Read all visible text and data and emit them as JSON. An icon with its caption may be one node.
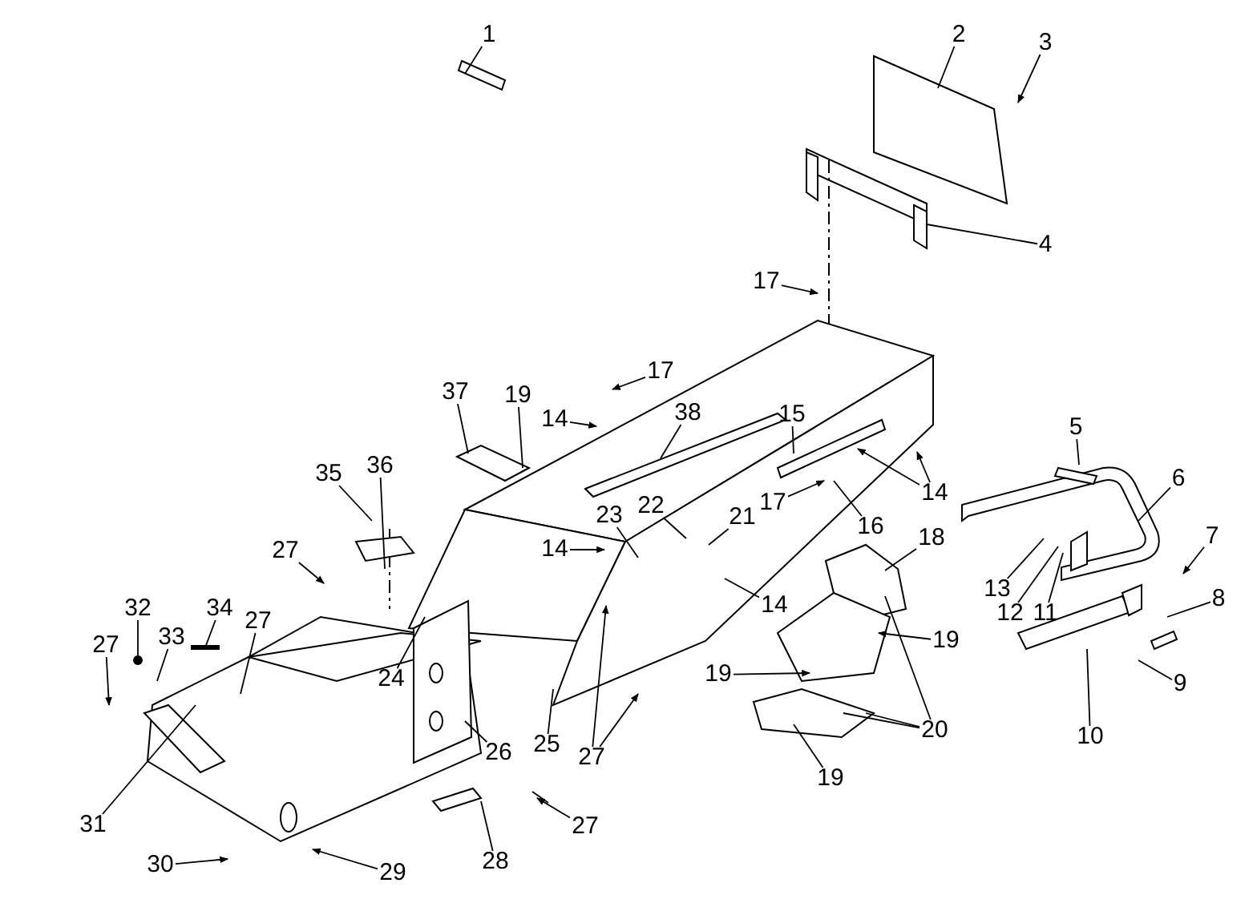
{
  "diagram": {
    "nodes": [
      {
        "text": [
          "1"
        ]
      },
      {
        "text": [
          "2"
        ]
      },
      {
        "text": [
          "3"
        ]
      },
      {
        "text": [
          "4"
        ]
      },
      {
        "text": [
          "17"
        ]
      },
      {
        "text": [
          "17"
        ]
      },
      {
        "text": [
          "37"
        ]
      },
      {
        "text": [
          "19"
        ]
      },
      {
        "text": [
          "14"
        ]
      },
      {
        "text": [
          "38"
        ]
      },
      {
        "text": [
          "15"
        ]
      },
      {
        "text": [
          "14"
        ]
      },
      {
        "text": [
          "5"
        ]
      },
      {
        "text": [
          "6"
        ]
      },
      {
        "text": [
          "17"
        ]
      },
      {
        "text": [
          "16"
        ]
      },
      {
        "text": [
          "35"
        ]
      },
      {
        "text": [
          "36"
        ]
      },
      {
        "text": [
          "22"
        ]
      },
      {
        "text": [
          "21"
        ]
      },
      {
        "text": [
          "23"
        ]
      },
      {
        "text": [
          "14"
        ]
      },
      {
        "text": [
          "18"
        ]
      },
      {
        "text": [
          "27"
        ]
      },
      {
        "text": [
          "13"
        ]
      },
      {
        "text": [
          "12"
        ]
      },
      {
        "text": [
          "11"
        ]
      },
      {
        "text": [
          "7"
        ]
      },
      {
        "text": [
          "14"
        ]
      },
      {
        "text": [
          "19"
        ]
      },
      {
        "text": [
          "8"
        ]
      },
      {
        "text": [
          "27"
        ]
      },
      {
        "text": [
          "32"
        ]
      },
      {
        "text": [
          "33"
        ]
      },
      {
        "text": [
          "34"
        ]
      },
      {
        "text": [
          "27"
        ]
      },
      {
        "text": [
          "24"
        ]
      },
      {
        "text": [
          "19"
        ]
      },
      {
        "text": [
          "25"
        ]
      },
      {
        "text": [
          "27"
        ]
      },
      {
        "text": [
          "20"
        ]
      },
      {
        "text": [
          "26"
        ]
      },
      {
        "text": [
          "19"
        ]
      },
      {
        "text": [
          "9"
        ]
      },
      {
        "text": [
          "10"
        ]
      },
      {
        "text": [
          "31"
        ]
      },
      {
        "text": [
          "27"
        ]
      },
      {
        "text": [
          "28"
        ]
      },
      {
        "text": [
          "30"
        ]
      },
      {
        "text": [
          "29"
        ]
      },
      {
        "text": [],
        "shape": "circle"
      },
      {
        "text": [],
        "shape": "bar"
      }
    ],
    "edges": [
      {
        "from": 0,
        "to": null,
        "arrow": "none"
      },
      {
        "from": 1,
        "to": null,
        "arrow": "none"
      },
      {
        "from": 2,
        "to": null,
        "arrow": "to"
      },
      {
        "from": 3,
        "to": null,
        "arrow": "none"
      },
      {
        "from": 4,
        "to": null,
        "arrow": "to"
      },
      {
        "from": 5,
        "to": null,
        "arrow": "to"
      },
      {
        "from": 6,
        "to": null,
        "arrow": "none"
      },
      {
        "from": 7,
        "to": null,
        "arrow": "none"
      },
      {
        "from": 8,
        "to": null,
        "arrow": "to"
      },
      {
        "from": 9,
        "to": null,
        "arrow": "none"
      },
      {
        "from": 10,
        "to": null,
        "arrow": "none"
      },
      {
        "from": 11,
        "to": null,
        "arrow": "to"
      },
      {
        "from": 11,
        "to": null,
        "arrow": "to"
      },
      {
        "from": 12,
        "to": null,
        "arrow": "none"
      },
      {
        "from": 13,
        "to": null,
        "arrow": "none"
      },
      {
        "from": 14,
        "to": null,
        "arrow": "to"
      },
      {
        "from": 15,
        "to": null,
        "arrow": "none"
      },
      {
        "from": 16,
        "to": null,
        "arrow": "none"
      },
      {
        "from": 17,
        "to": null,
        "arrow": "none"
      },
      {
        "from": 18,
        "to": null,
        "arrow": "none"
      },
      {
        "from": 19,
        "to": null,
        "arrow": "none"
      },
      {
        "from": 20,
        "to": null,
        "arrow": "none"
      },
      {
        "from": 21,
        "to": null,
        "arrow": "to"
      },
      {
        "from": 22,
        "to": null,
        "arrow": "none"
      },
      {
        "from": 23,
        "to": null,
        "arrow": "to"
      },
      {
        "from": 24,
        "to": null,
        "arrow": "none"
      },
      {
        "from": 25,
        "to": null,
        "arrow": "none"
      },
      {
        "from": 26,
        "to": null,
        "arrow": "none"
      },
      {
        "from": 27,
        "to": null,
        "arrow": "to"
      },
      {
        "from": 28,
        "to": null,
        "arrow": "none"
      },
      {
        "from": 29,
        "to": null,
        "arrow": "to"
      },
      {
        "from": 30,
        "to": null,
        "arrow": "none"
      },
      {
        "from": 31,
        "to": null,
        "arrow": "none"
      },
      {
        "from": 32,
        "to": 50,
        "arrow": "none"
      },
      {
        "from": 33,
        "to": null,
        "arrow": "none"
      },
      {
        "from": 34,
        "to": 51,
        "arrow": "none"
      },
      {
        "from": 35,
        "to": null,
        "arrow": "to"
      },
      {
        "from": 36,
        "to": null,
        "arrow": "none"
      },
      {
        "from": 37,
        "to": null,
        "arrow": "to"
      },
      {
        "from": 38,
        "to": null,
        "arrow": "none"
      },
      {
        "from": 39,
        "to": null,
        "arrow": "to"
      },
      {
        "from": 39,
        "to": null,
        "arrow": "to"
      },
      {
        "from": 40,
        "to": null,
        "arrow": "none"
      },
      {
        "from": 40,
        "to": null,
        "arrow": "none"
      },
      {
        "from": 40,
        "to": null,
        "arrow": "none"
      },
      {
        "from": 41,
        "to": null,
        "arrow": "none"
      },
      {
        "from": 42,
        "to": null,
        "arrow": "none"
      },
      {
        "from": 43,
        "to": null,
        "arrow": "none"
      },
      {
        "from": 44,
        "to": null,
        "arrow": "none"
      },
      {
        "from": 45,
        "to": null,
        "arrow": "none"
      },
      {
        "from": 46,
        "to": null,
        "arrow": "to"
      },
      {
        "from": 47,
        "to": null,
        "arrow": "none"
      },
      {
        "from": 48,
        "to": null,
        "arrow": "to"
      },
      {
        "from": 49,
        "to": null,
        "arrow": "to"
      }
    ]
  }
}
